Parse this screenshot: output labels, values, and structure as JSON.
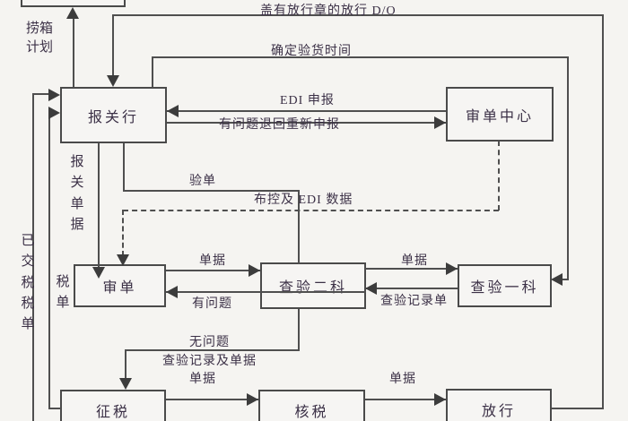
{
  "diagram": {
    "title_hint": "EDI customs clearance flowchart",
    "colors": {
      "background": "#f5f4f1",
      "line": "#4f4f4f",
      "text": "#3b3046"
    },
    "boxes": {
      "terminal": {
        "label": ""
      },
      "broker": {
        "label": "报关行"
      },
      "review_center": {
        "label": "审单中心"
      },
      "doc_review": {
        "label": "审单"
      },
      "inspect2": {
        "label": "查验二科"
      },
      "inspect1": {
        "label": "查验一科"
      },
      "levy": {
        "label": "征税"
      },
      "verify_tax": {
        "label": "核税"
      },
      "release": {
        "label": "放行"
      }
    },
    "labels": {
      "do_release": "盖有放行章的放行 D/O",
      "confirm_time": "确定验货时间",
      "edi_declare": "EDI 申报",
      "redo_declare": "有问题退回重新申报",
      "container_plan": "捞箱计划",
      "declare_docs": "报关单据",
      "doc_check": "验单",
      "control_edi": "布控及 EDI 数据",
      "tax_bill": "税单",
      "paid_tax_bill": "已交税税单",
      "docs_a": "单据",
      "has_problem": "有问题",
      "docs_b": "单据",
      "inspect_record": "查验记录单",
      "no_problem": "无问题",
      "record_and_docs": "查验记录及单据",
      "docs_c": "单据",
      "docs_d": "单据"
    }
  }
}
